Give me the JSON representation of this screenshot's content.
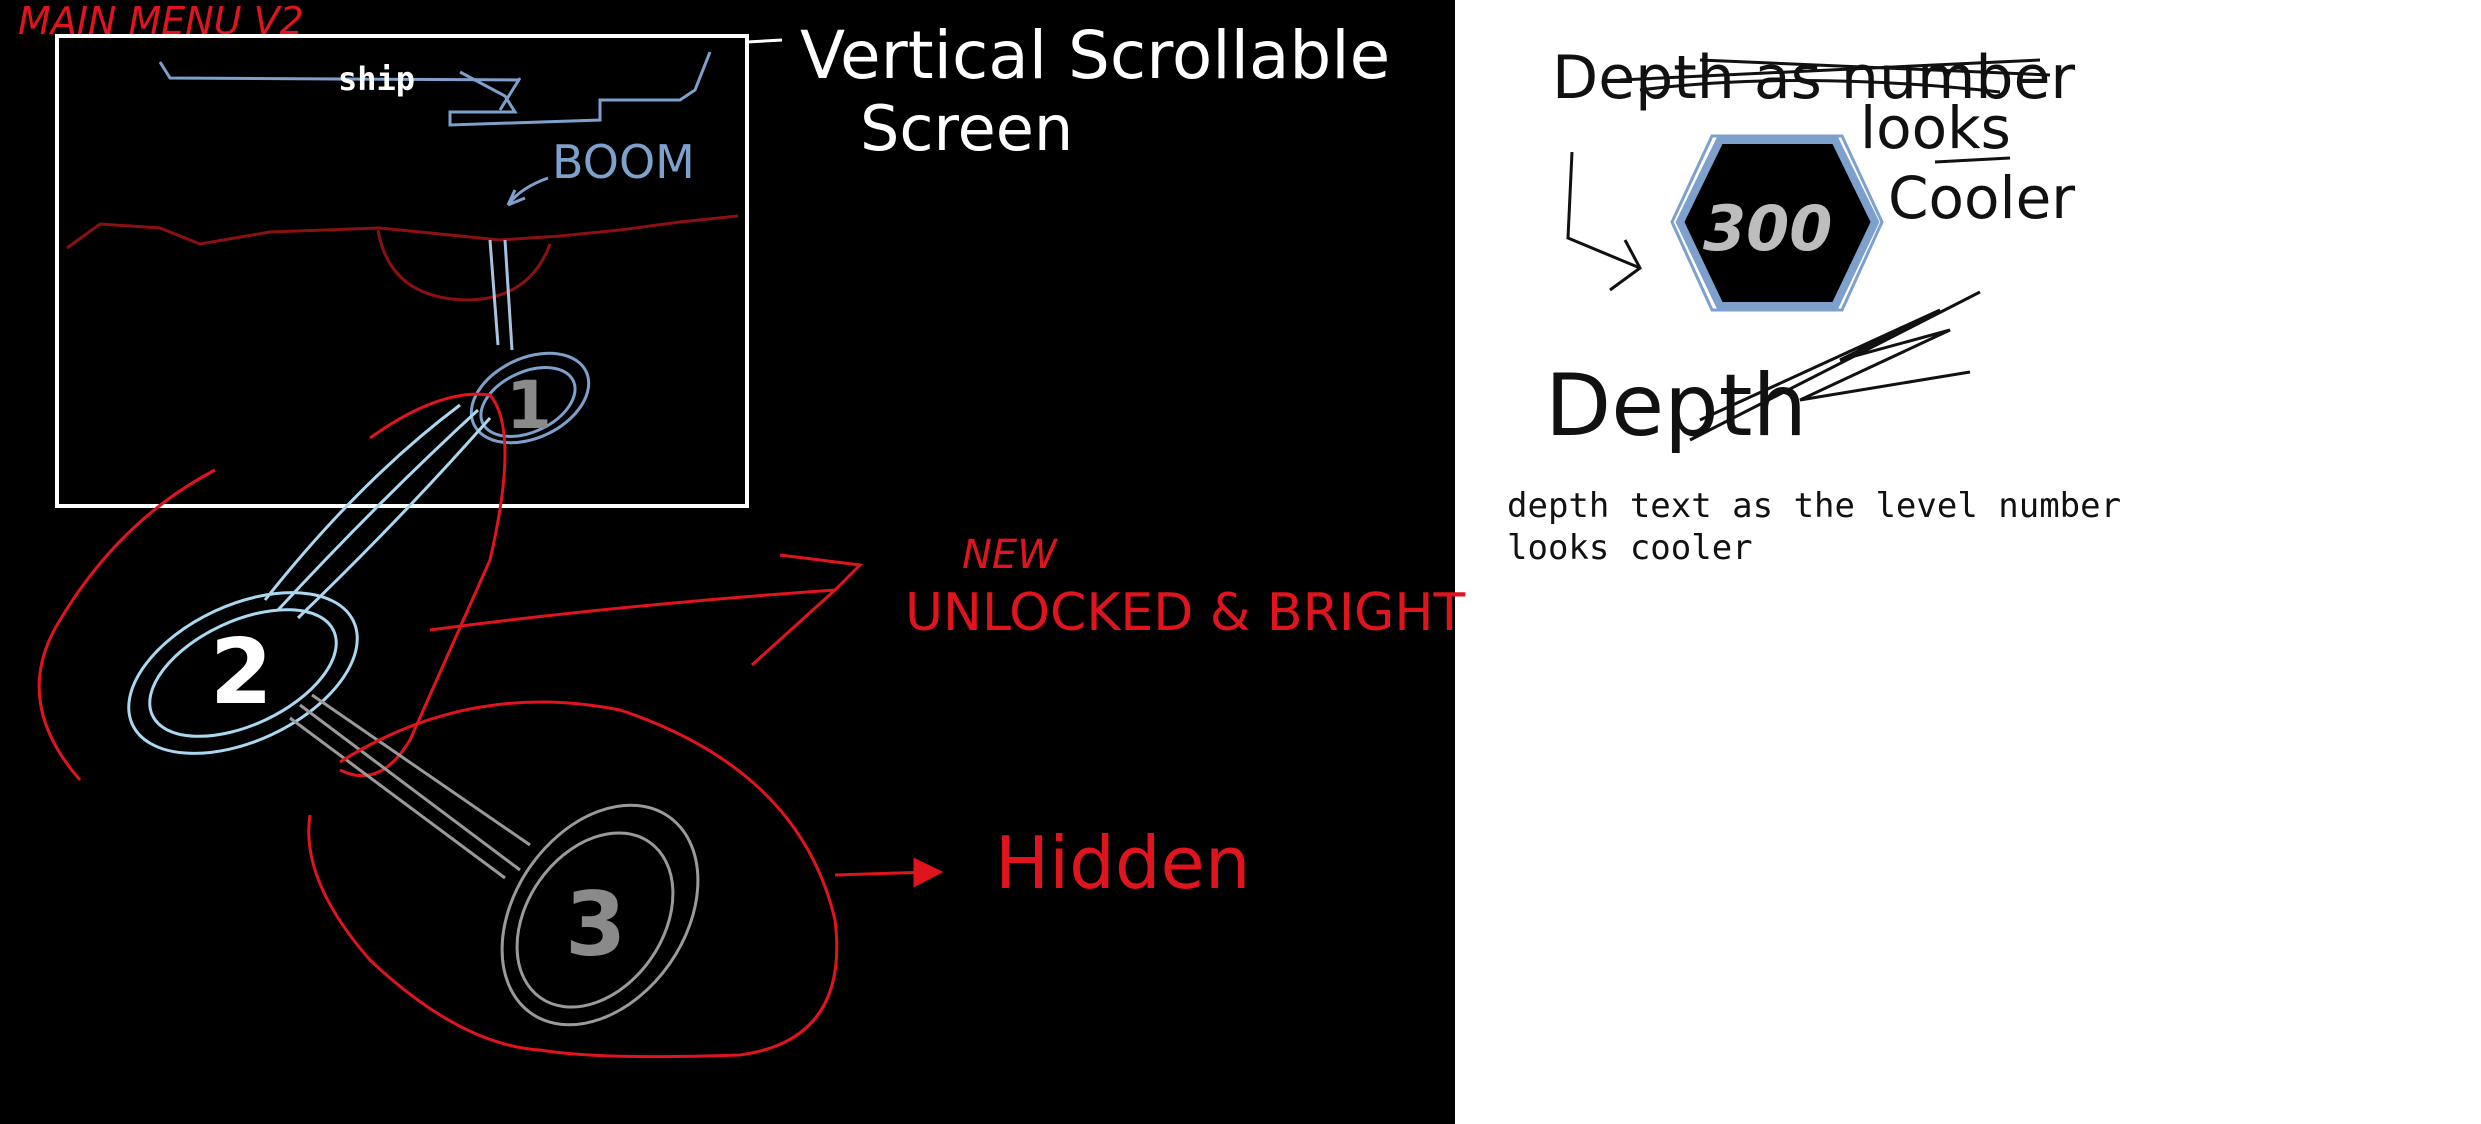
{
  "canvas": {
    "title": "MAIN MENU V2",
    "panel_color": "#000000",
    "sketch_red": "#e0141c",
    "sketch_blue": "#7da0cc",
    "sketch_gray": "#9a9a9a"
  },
  "menu_mock": {
    "ship_label": "ship",
    "boom_label": "BOOM",
    "levels": [
      {
        "number": "1",
        "state": "dim"
      },
      {
        "number": "2",
        "state": "bright"
      },
      {
        "number": "3",
        "state": "hidden"
      }
    ]
  },
  "annotations": {
    "scroll_note_line1": "Vertical Scrollable",
    "scroll_note_line2": "Screen",
    "new_label": "NEW",
    "unlocked_label": "UNLOCKED & BRIGHT",
    "hidden_label": "Hidden"
  },
  "depth_badge": {
    "struck_title": "Depth as number",
    "value": "300",
    "note_a": "looks",
    "note_b": "Cooler",
    "depth_word": "Depth"
  },
  "notes": {
    "line1": "depth text as the level number",
    "line2": "looks cooler"
  }
}
